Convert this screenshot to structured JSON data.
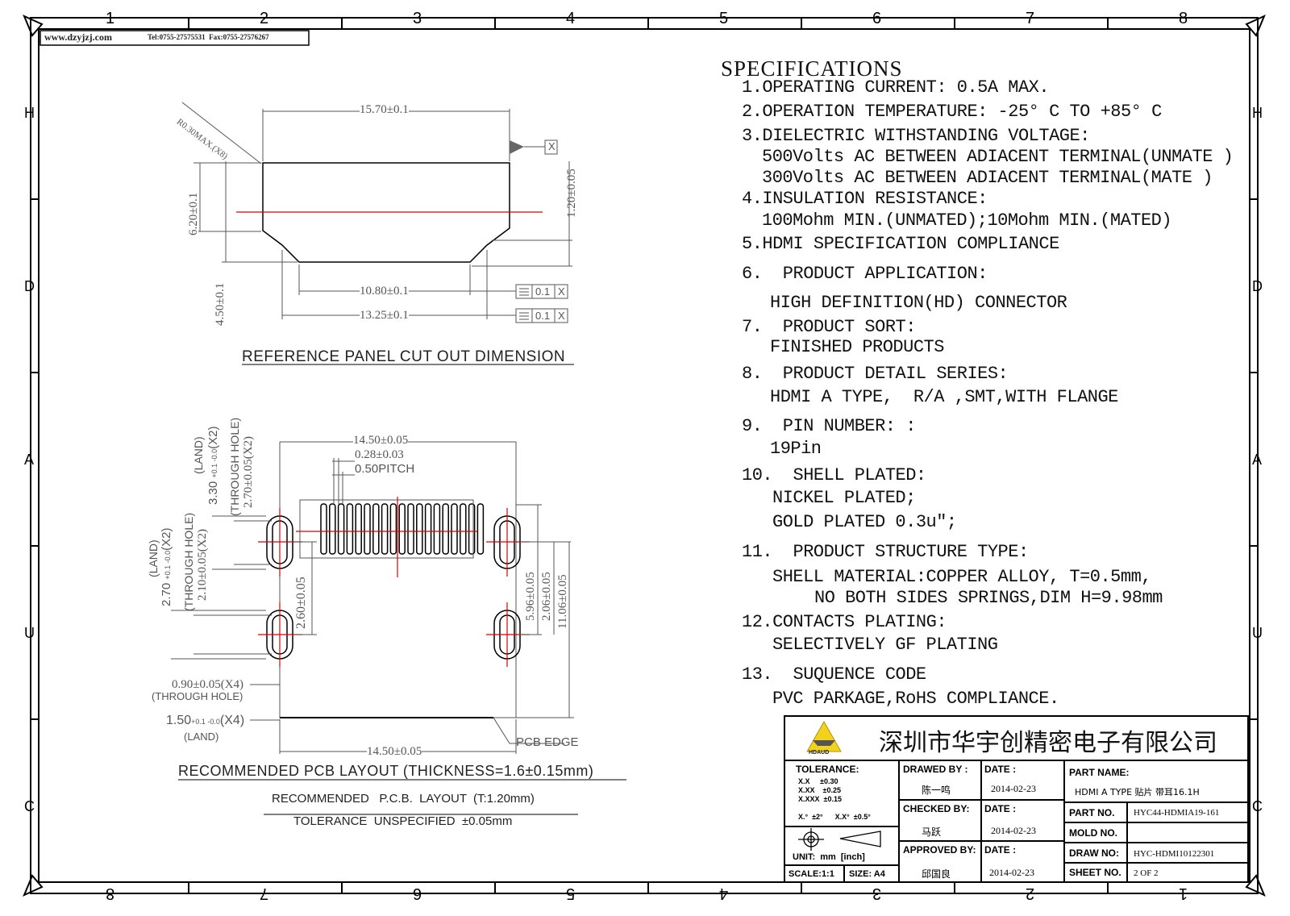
{
  "header": {
    "website": "www.dzyjzj.com",
    "contact": "Tel:0755-27575531  Fax:0755-27576267"
  },
  "grid": {
    "top_numbers": [
      "1",
      "2",
      "3",
      "4",
      "5",
      "6",
      "7",
      "8"
    ],
    "bottom_numbers": [
      "8",
      "7",
      "6",
      "5",
      "4",
      "3",
      "2",
      "1"
    ],
    "side_letters": [
      "H",
      "D",
      "A",
      "U",
      "C"
    ]
  },
  "panel_cutout": {
    "dims": {
      "width_top": "15.70±0.1",
      "corner_radius": "R0.30MAX.(X8)",
      "height_upper": "6.20±0.1",
      "height_total": "4.50±0.1",
      "right_height": "1.20±0.05",
      "width_bottom_inner": "10.80±0.1",
      "width_bottom_outer": "13.25±0.1",
      "datum": "X",
      "tolerance_tag": "0.1"
    },
    "caption": "REFERENCE PANEL CUT OUT DIMENSION"
  },
  "pcb_layout": {
    "dims": {
      "width_top": "14.50±0.05",
      "pin_width": "0.28±0.03",
      "pitch": "0.50PITCH",
      "land_top": "3.30",
      "land_top_tol": "+0.1 -0.0",
      "land_top_suffix": "(X2)",
      "land_top_label": "(LAND)",
      "through_hole_top": "2.70±0.05(X2)",
      "through_hole_top_label": "(THROUGH HOLE)",
      "land_left": "2.70",
      "land_left_tol": "+0.1 -0.0",
      "land_left_suffix": "(X2)",
      "land_left_label": "(LAND)",
      "through_hole_left": "2.10±0.05(X2)",
      "through_hole_left_label": "(THROUGH HOLE)",
      "vertical_mid": "2.60±0.05",
      "right_a": "5.96±0.05",
      "right_b": "2.06±0.05",
      "right_c": "11.06±0.05",
      "hole_dia": "0.90±0.05(X4)",
      "hole_dia_label": "(THROUGH HOLE)",
      "land_dia": "1.50",
      "land_dia_tol": "+0.1 -0.0",
      "land_dia_suffix": "(X4)",
      "land_dia_label": "(LAND)",
      "width_bottom": "14.50±0.05",
      "pcb_edge": "PCB EDGE"
    },
    "caption": "RECOMMENDED PCB LAYOUT (THICKNESS=1.6±0.15mm)",
    "note1": "RECOMMENDED   P.C.B.  LAYOUT  (T:1.20mm)",
    "note2": "TOLERANCE  UNSPECIFIED  ±0.05mm"
  },
  "specifications": {
    "title": "SPECIFICATIONS",
    "lines": [
      "1.OPERATING CURRENT: 0.5A MAX.",
      "2.OPERATION TEMPERATURE: -25° C TO +85° C",
      "3.DIELECTRIC WITHSTANDING VOLTAGE:",
      "500Volts AC BETWEEN ADIACENT TERMINAL(UNMATE )",
      "300Volts AC BETWEEN ADIACENT TERMINAL(MATE )",
      "4.INSULATION RESISTANCE:",
      "100Mohm MIN.(UNMATED);10Mohm MIN.(MATED)",
      "5.HDMI SPECIFICATION COMPLIANCE",
      "6.  PRODUCT APPLICATION:",
      "HIGH DEFINITION(HD) CONNECTOR",
      "7.  PRODUCT SORT:",
      "FINISHED PRODUCTS",
      "8.  PRODUCT DETAIL SERIES:",
      "HDMI A TYPE,  R/A ,SMT,WITH FLANGE",
      "9.  PIN NUMBER: :",
      "19Pin",
      "10.  SHELL PLATED:",
      "NICKEL PLATED;",
      "GOLD PLATED 0.3u\";",
      "11.  PRODUCT STRUCTURE TYPE:",
      "SHELL MATERIAL:COPPER ALLOY, T=0.5mm,",
      "NO BOTH SIDES SPRINGS,DIM H=9.98mm",
      "12.CONTACTS PLATING:",
      "SELECTIVELY GF PLATING",
      "13.  SUQUENCE CODE",
      "PVC PARKAGE,RoHS COMPLIANCE."
    ]
  },
  "title_block": {
    "company": "深圳市华宇创精密电子有限公司",
    "logo_text": "HDAUD",
    "tolerance_label": "TOLERANCE:",
    "tol_rows": [
      "X.X     ±0.30",
      "X.XX    ±0.25",
      "X.XXX  ±0.15",
      "X.°  ±2°      X.X°  ±0.5°"
    ],
    "unit": "UNIT:  mm  [inch]",
    "scale": "SCALE:1:1",
    "size": "SIZE: A4",
    "drawn_by_label": "DRAWED BY :",
    "drawn_by": "陈一鸣",
    "checked_by_label": "CHECKED BY:",
    "checked_by": "马跃",
    "approved_by_label": "APPROVED BY:",
    "approved_by": "邱国良",
    "date_label": "DATE :",
    "date1": "2014-02-23",
    "date2": "2014-02-23",
    "date3": "2014-02-23",
    "part_name_label": "PART NAME:",
    "part_name": "HDMI A TYPE 贴片 带耳16.1H",
    "part_no_label": "PART NO.",
    "part_no": "HYC44-HDMIA19-161",
    "mold_no_label": "MOLD NO.",
    "mold_no": "",
    "draw_no_label": "DRAW NO:",
    "draw_no": "HYC-HDMI10122301",
    "sheet_label": "SHEET NO.",
    "sheet": "2 OF 2"
  }
}
